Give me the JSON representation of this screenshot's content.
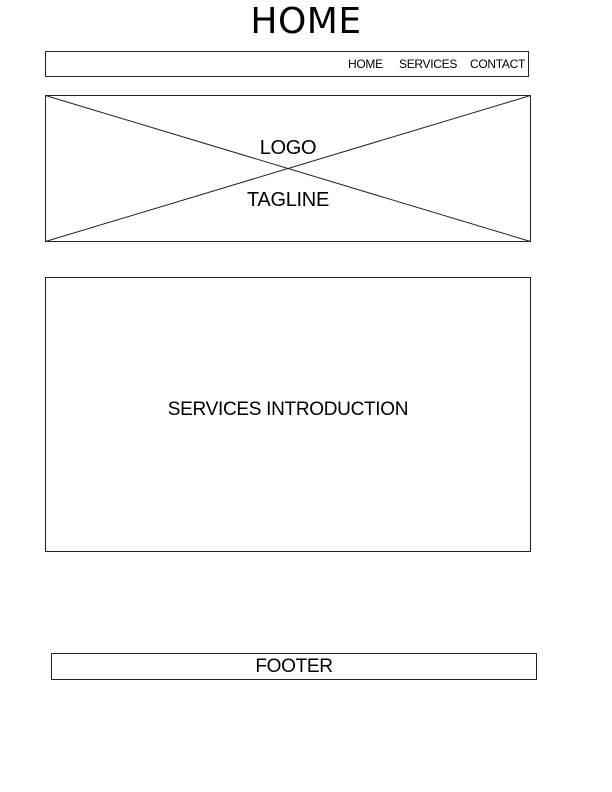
{
  "page": {
    "title": "HOME"
  },
  "nav": {
    "items": [
      {
        "label": "HOME"
      },
      {
        "label": "SERVICES"
      },
      {
        "label": "CONTACT"
      }
    ]
  },
  "hero": {
    "logo_label": "LOGO",
    "tagline_label": "TAGLINE",
    "placeholder_icon": "image-placeholder-icon"
  },
  "services": {
    "label": "SERVICES INTRODUCTION"
  },
  "footer": {
    "label": "FOOTER"
  }
}
